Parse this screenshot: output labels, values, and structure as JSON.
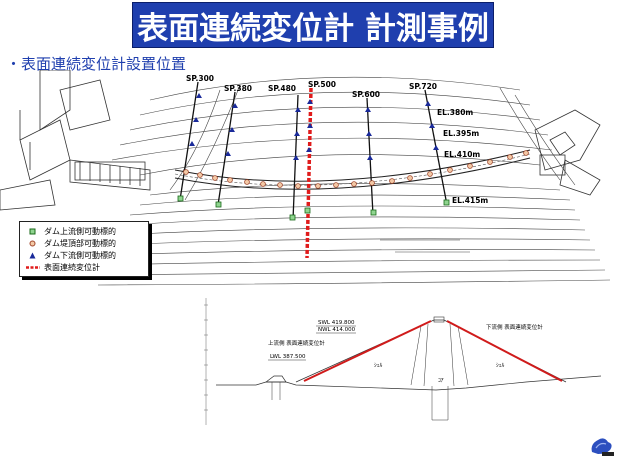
{
  "title": "表面連続変位計 計測事例",
  "bullet": "・表面連続変位計設置位置",
  "plan": {
    "sp_labels": [
      "SP.300",
      "SP.380",
      "SP.480",
      "SP.500",
      "SP.600",
      "SP.720"
    ],
    "el_labels": [
      "EL.380m",
      "EL.395m",
      "EL.410m",
      "EL.415m"
    ]
  },
  "legend": {
    "items": [
      {
        "label": "ダム上流側可動標的",
        "marker": "green-square",
        "color": "#1a9a1a"
      },
      {
        "label": "ダム堤頂部可動標的",
        "marker": "orange-circle",
        "color": "#d07a2a"
      },
      {
        "label": "ダム下流側可動標的",
        "marker": "blue-triangle",
        "color": "#1a2a9a"
      },
      {
        "label": "表面連続変位計",
        "marker": "red-dashed-line",
        "color": "#e01b1b"
      }
    ]
  },
  "section": {
    "swl": "SWL 419.800",
    "nwl": "NWL 414.000",
    "lwl": "LWL 387.500",
    "upstream_label": "上流側 表面連続変位計",
    "downstream_label": "下流側 表面連続変位計",
    "left_zone": "ｼｪﾙ",
    "core_zone": "ｺｱ",
    "right_zone": "ｼｪﾙ"
  },
  "colors": {
    "title_bg": "#1f3fae",
    "title_text": "#ffffff",
    "bullet_text": "#1f3fae",
    "survey_line": "#e01b1b"
  }
}
